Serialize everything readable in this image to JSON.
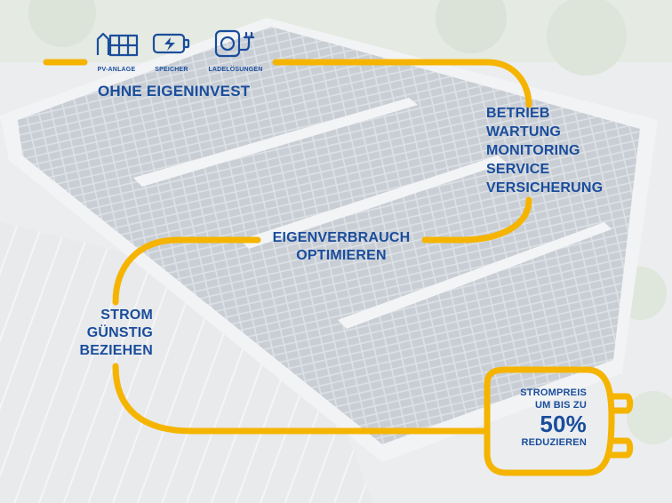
{
  "colors": {
    "accent_yellow": "#f5b400",
    "brand_blue": "#1a4d9c",
    "overlay_white": "#ffffff"
  },
  "icons": [
    {
      "name": "pv-plant-icon",
      "label": "PV-ANLAGE"
    },
    {
      "name": "battery-storage-icon",
      "label": "SPEICHER"
    },
    {
      "name": "ev-charger-icon",
      "label": "LADELÖSUNGEN"
    }
  ],
  "headline": "OHNE EIGENINVEST",
  "services": [
    "BETRIEB",
    "WARTUNG",
    "MONITORING",
    "SERVICE",
    "VERSICHERUNG"
  ],
  "self_consumption": [
    "EIGENVERBRAUCH",
    "OPTIMIEREN"
  ],
  "cheap_power": [
    "STROM",
    "GÜNSTIG",
    "BEZIEHEN"
  ],
  "plug": {
    "line1": "STROMPREIS",
    "line2": "UM BIS ZU",
    "percent": "50%",
    "line3": "REDUZIEREN"
  }
}
